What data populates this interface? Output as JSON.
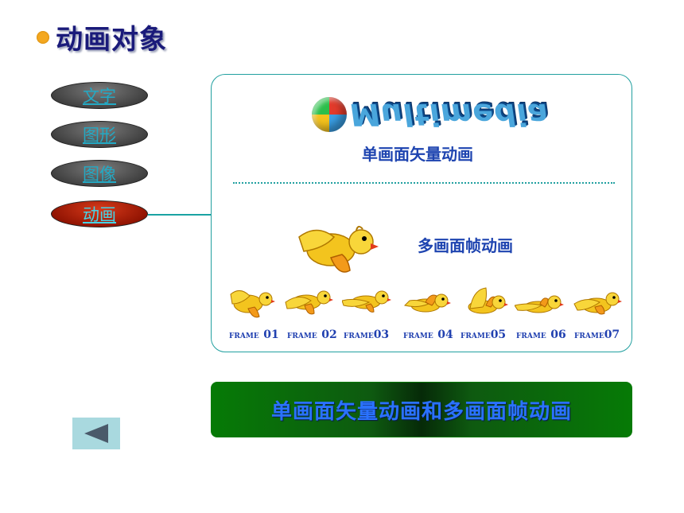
{
  "page": {
    "title": "动画对象"
  },
  "nav": [
    {
      "label": "文字",
      "active": false
    },
    {
      "label": "图形",
      "active": false
    },
    {
      "label": "图像",
      "active": false
    },
    {
      "label": "动画",
      "active": true
    }
  ],
  "panel": {
    "logo_text": "Multimedia",
    "caption_vector": "单画面矢量动画",
    "caption_frames": "多画面帧动画",
    "frames": [
      {
        "word": "FRAME",
        "num": "01"
      },
      {
        "word": "FRAME",
        "num": "02"
      },
      {
        "word": "FRAME",
        "num": "03"
      },
      {
        "word": "FRAME",
        "num": "04"
      },
      {
        "word": "FRAME",
        "num": "05"
      },
      {
        "word": "FRAME",
        "num": "06"
      },
      {
        "word": "FRAME",
        "num": "07"
      }
    ]
  },
  "banner": {
    "text": "单画面矢量动画和多画面帧动画"
  },
  "controls": {
    "back_icon": "back-arrow-icon"
  },
  "colors": {
    "accent_blue": "#1e44b0",
    "panel_border": "#22a0a0",
    "banner_green": "#067a06",
    "active_red": "#d63a1a"
  }
}
